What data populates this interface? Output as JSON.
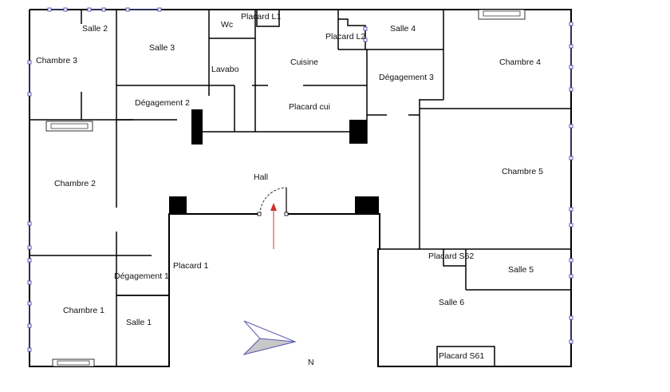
{
  "rooms": {
    "salle2": "Salle 2",
    "chambre3": "Chambre 3",
    "salle3": "Salle 3",
    "wc": "Wc",
    "placard_l1": "Placard L1",
    "placard_l2": "Placard L2",
    "salle4": "Salle 4",
    "chambre4": "Chambre 4",
    "lavabo": "Lavabo",
    "cuisine": "Cuisine",
    "degagement3": "Dégagement 3",
    "degagement2": "Dégagement 2",
    "placard_cui": "Placard cui",
    "chambre2": "Chambre 2",
    "hall": "Hall",
    "chambre5": "Chambre 5",
    "placard1": "Placard 1",
    "degagement1": "Dégagement 1",
    "placard_s62": "Placard S62",
    "salle5": "Salle 5",
    "chambre1": "Chambre 1",
    "salle6": "Salle 6",
    "salle1": "Salle 1",
    "placard_s61": "Placard S61"
  },
  "compass": {
    "north_label": "N"
  },
  "colors": {
    "wall": "#000000",
    "window": "#5b5bb5",
    "entry_arrow": "#d03030",
    "compass_fill": "#c8c8c8"
  }
}
